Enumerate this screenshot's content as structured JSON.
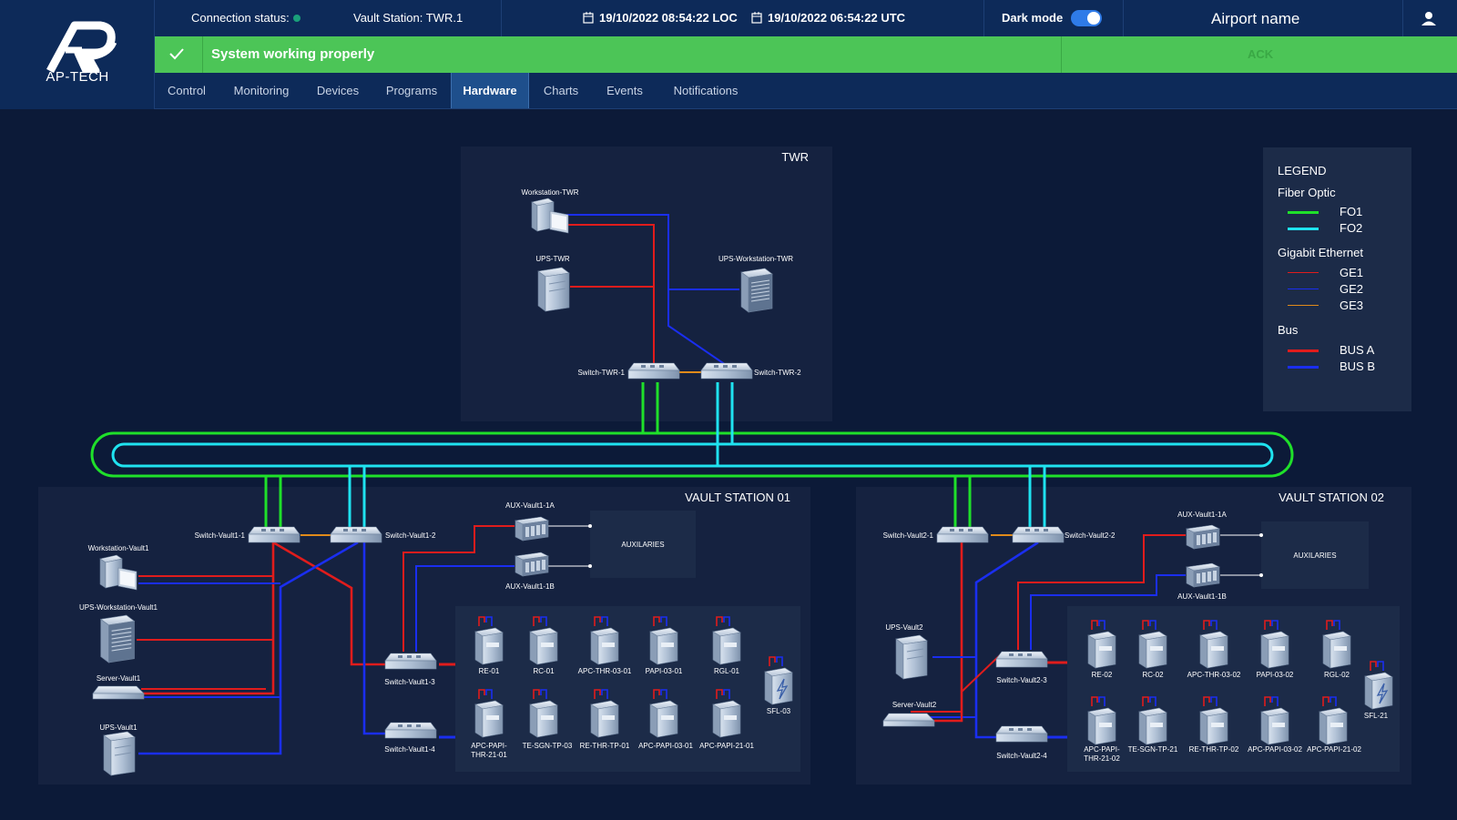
{
  "logo": {
    "text": "AP-TECH"
  },
  "header": {
    "connection_label": "Connection status:",
    "vault_station": "Vault Station: TWR.1",
    "time_loc": "19/10/2022 08:54:22 LOC",
    "time_utc": "19/10/2022 06:54:22 UTC",
    "dark_mode_label": "Dark mode",
    "dark_mode_on": true,
    "airport_name": "Airport name"
  },
  "status": {
    "message": "System working properly",
    "ack_label": "ACK"
  },
  "nav": {
    "tabs": [
      {
        "label": "Control"
      },
      {
        "label": "Monitoring"
      },
      {
        "label": "Devices"
      },
      {
        "label": "Programs"
      },
      {
        "label": "Hardware",
        "active": true
      },
      {
        "label": "Charts"
      },
      {
        "label": "Events"
      },
      {
        "label": "Notifications"
      }
    ]
  },
  "colors": {
    "fo1": "#1fe02a",
    "fo2": "#1fe3f0",
    "ge1": "#e01c1c",
    "ge2": "#1a2ef0",
    "ge3": "#e08a1a",
    "bus_a": "#e01c1c",
    "bus_b": "#1a2ef0",
    "status_ok": "#4cc557",
    "accent": "#2f7be8"
  },
  "legend": {
    "title": "LEGEND",
    "groups": [
      {
        "name": "Fiber Optic",
        "items": [
          "FO1",
          "FO2"
        ]
      },
      {
        "name": "Gigabit Ethernet",
        "items": [
          "GE1",
          "GE2",
          "GE3"
        ]
      },
      {
        "name": "Bus",
        "items": [
          "BUS A",
          "BUS B"
        ]
      }
    ]
  },
  "diagram": {
    "twr": {
      "title": "TWR",
      "workstation": "Workstation-TWR",
      "ups": "UPS-TWR",
      "ups_workstation": "UPS-Workstation-TWR",
      "switch1": "Switch-TWR-1",
      "switch2": "Switch-TWR-2"
    },
    "vault1": {
      "title": "VAULT STATION 01",
      "switch1": "Switch-Vault1-1",
      "switch2": "Switch-Vault1-2",
      "switch3": "Switch-Vault1-3",
      "switch4": "Switch-Vault1-4",
      "workstation": "Workstation-Vault1",
      "ups_workstation": "UPS-Workstation-Vault1",
      "server": "Server-Vault1",
      "ups": "UPS-Vault1",
      "aux_a": "AUX-Vault1-1A",
      "aux_b": "AUX-Vault1-1B",
      "auxiliaries": "AUXILARIES",
      "row1": [
        "RE-01",
        "RC-01",
        "APC-THR-03-01",
        "PAPI-03-01",
        "RGL-01"
      ],
      "row2": [
        "APC-PAPI-THR-21-01",
        "TE-SGN-TP-03",
        "RE-THR-TP-01",
        "APC-PAPI-03-01",
        "APC-PAPI-21-01"
      ],
      "sfl": "SFL-03"
    },
    "vault2": {
      "title": "VAULT STATION 02",
      "switch1": "Switch-Vault2-1",
      "switch2": "Switch-Vault2-2",
      "switch3": "Switch-Vault2-3",
      "switch4": "Switch-Vault2-4",
      "ups": "UPS-Vault2",
      "server": "Server-Vault2",
      "aux_a": "AUX-Vault1-1A",
      "aux_b": "AUX-Vault1-1B",
      "auxiliaries": "AUXILARIES",
      "row1": [
        "RE-02",
        "RC-02",
        "APC-THR-03-02",
        "PAPI-03-02",
        "RGL-02"
      ],
      "row2": [
        "APC-PAPI-THR-21-02",
        "TE-SGN-TP-21",
        "RE-THR-TP-02",
        "APC-PAPI-03-02",
        "APC-PAPI-21-02"
      ],
      "sfl": "SFL-21"
    }
  }
}
